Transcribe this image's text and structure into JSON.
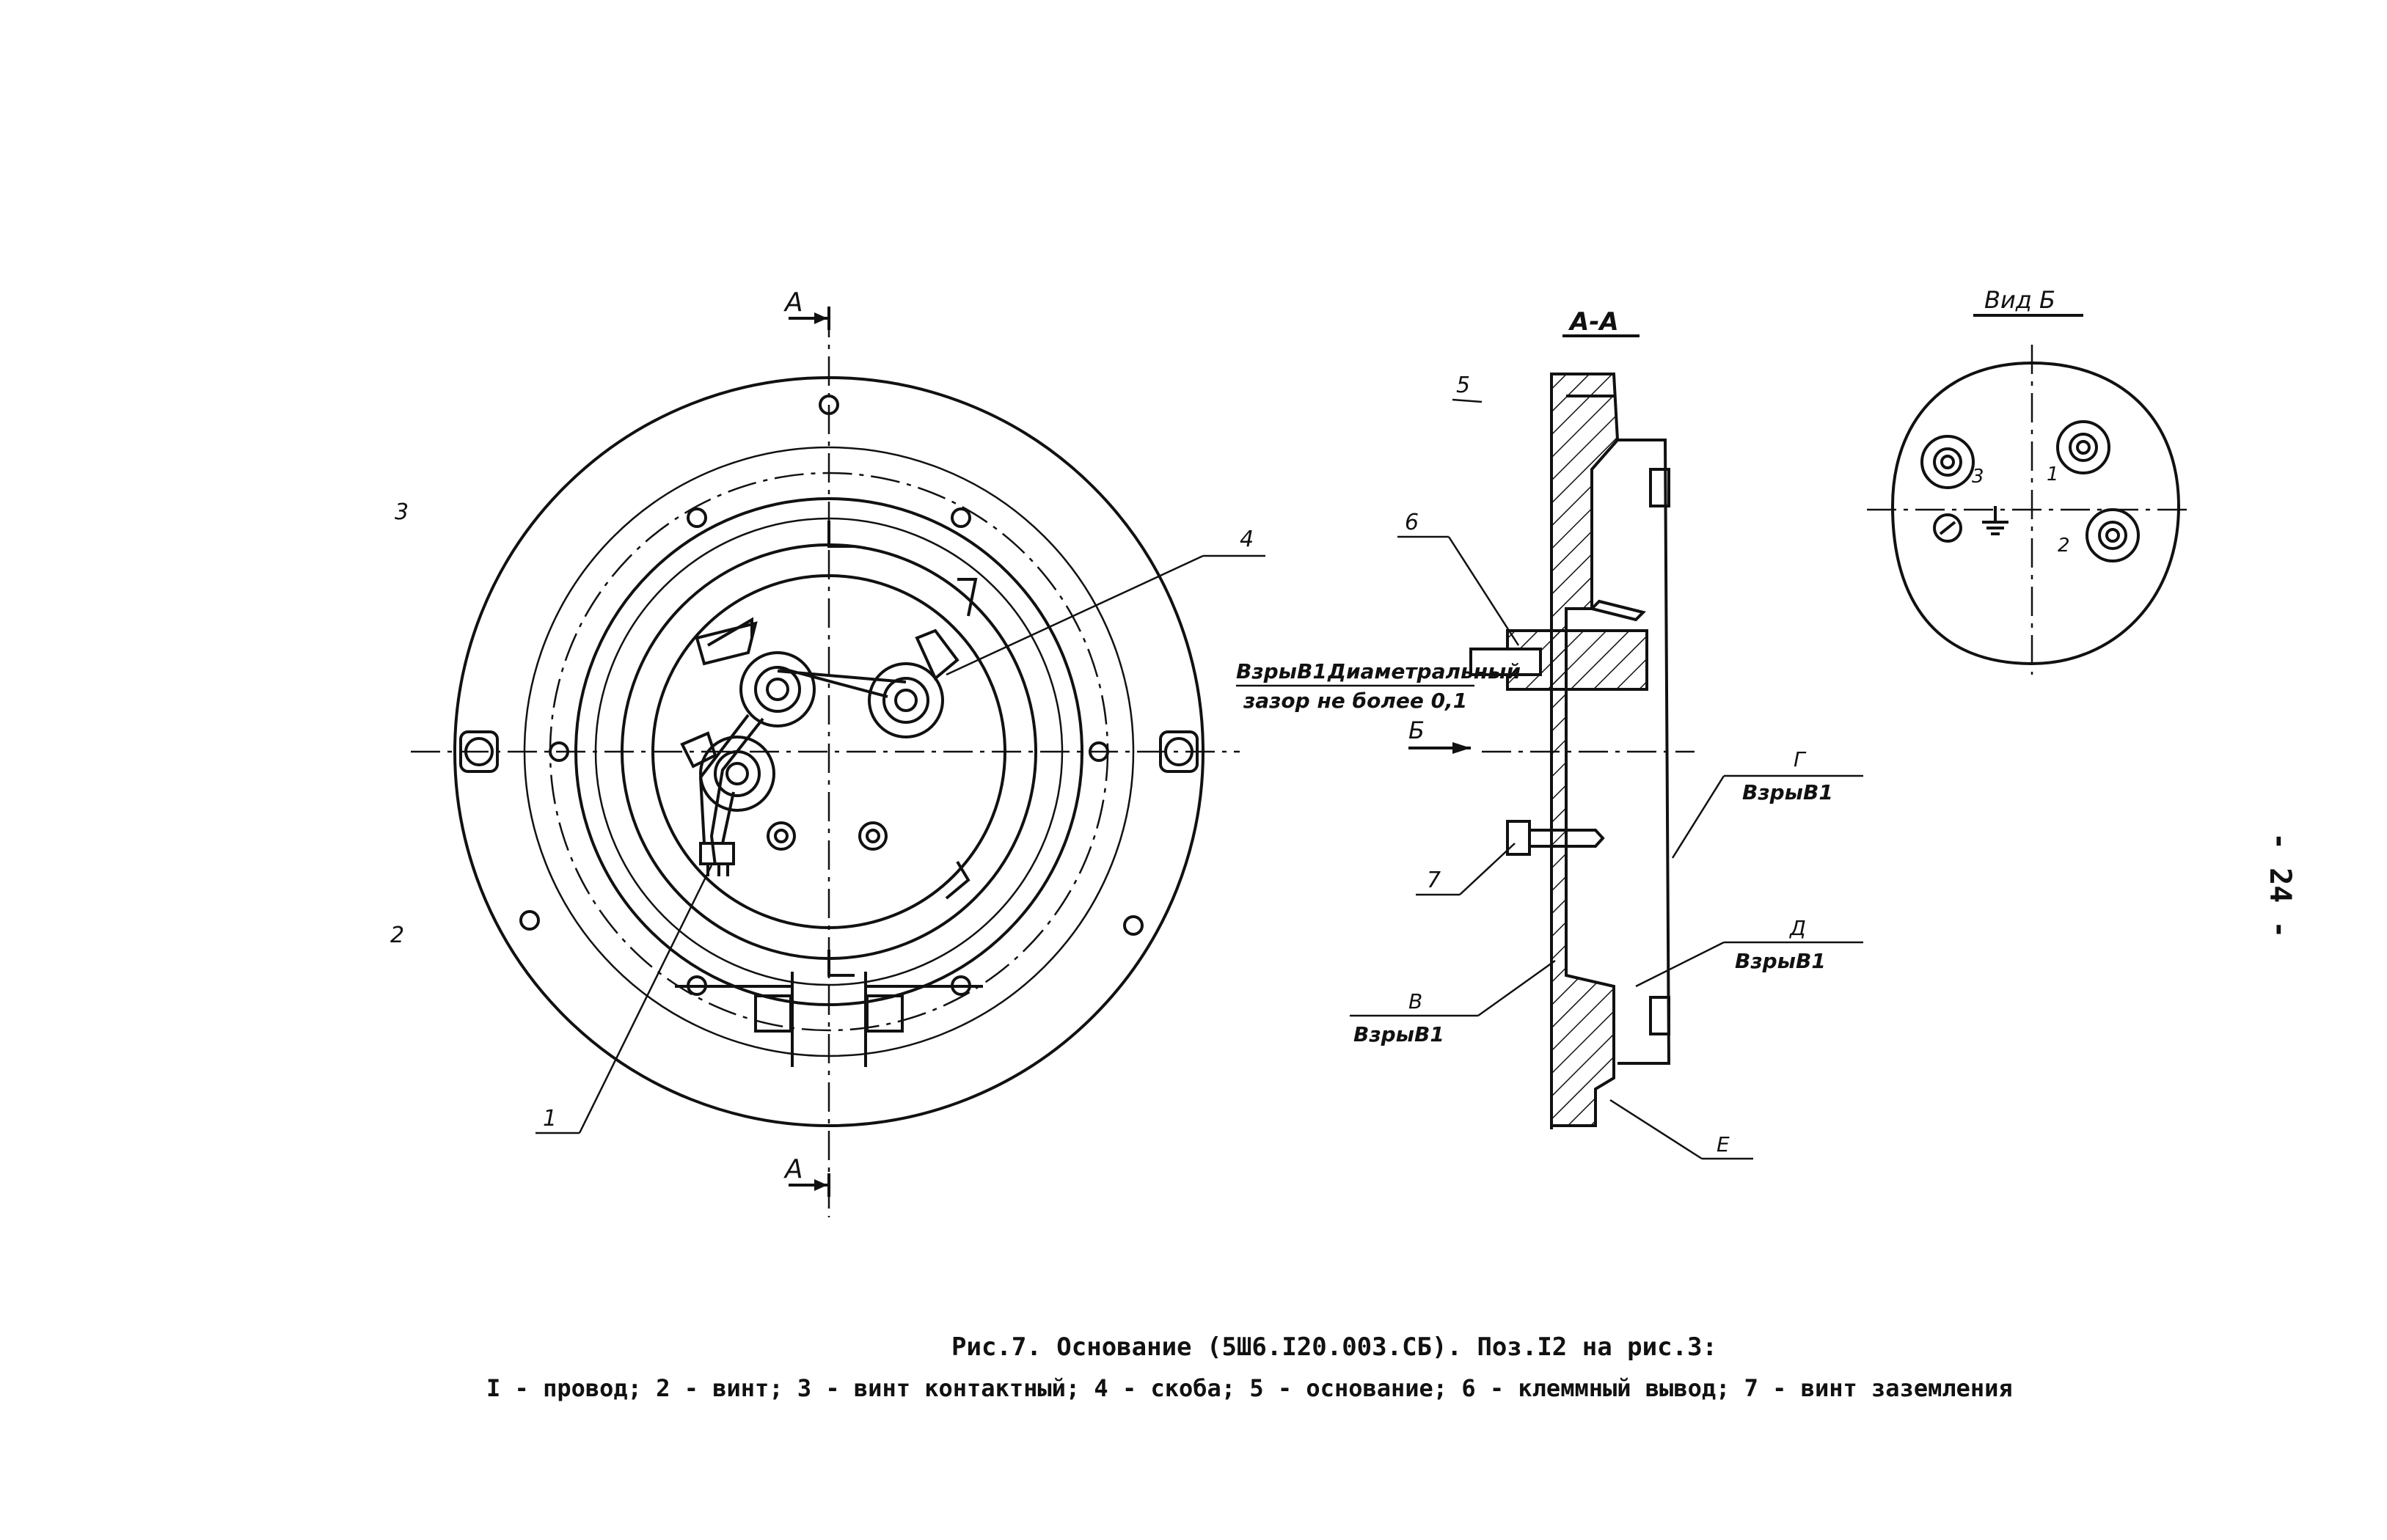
{
  "caption": {
    "line1": "Рис.7. Основание (5Ш6.I20.003.СБ). Поз.I2 на рис.3:",
    "line2": "I - провод; 2 - винт; 3 - винт контактный; 4 - скоба; 5 - основание; 6 - клеммный вывод; 7 - винт заземления"
  },
  "page_number": "- 24 -",
  "front_view": {
    "section_mark_top": "А",
    "section_mark_bottom": "А",
    "callouts": {
      "c1": "1",
      "c2": "2",
      "c3": "3",
      "c4": "4"
    }
  },
  "section_view": {
    "title": "А-А",
    "callouts": {
      "c5": "5",
      "c6": "6",
      "c7": "7"
    },
    "note_left": "ВзрыВ1",
    "note_diametral": "Диаметральный",
    "note_gap": "зазор не более 0,1",
    "arrow_b": "Б",
    "label_g": "Г",
    "label_g_note": "ВзрыВ1",
    "label_d": "Д",
    "label_d_note": "ВзрыВ1",
    "label_v": "В",
    "label_v_note": "ВзрыВ1",
    "label_e": "Е"
  },
  "view_b": {
    "title": "Вид Б",
    "terminals": {
      "t1": "1",
      "t2": "2",
      "t3": "3"
    }
  }
}
